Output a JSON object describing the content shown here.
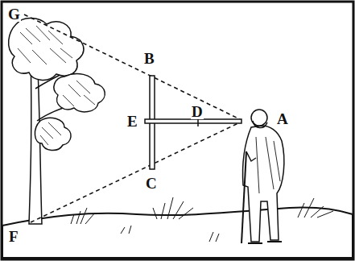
{
  "diagram": {
    "labels": [
      "G",
      "B",
      "E",
      "D",
      "A",
      "C",
      "F"
    ]
  }
}
